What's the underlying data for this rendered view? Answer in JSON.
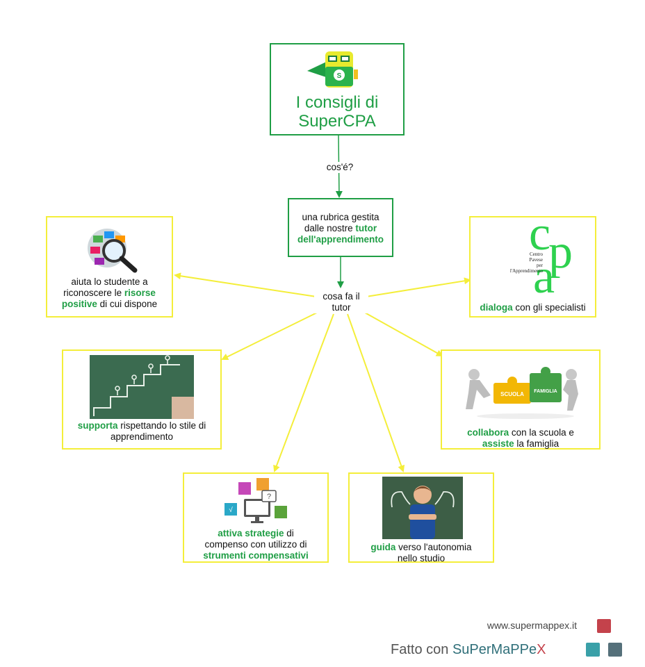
{
  "root": {
    "title_line1": "I consigli di",
    "title_line2": "SuperCPA"
  },
  "edge_whatis": "cos'é?",
  "definition": {
    "pre": "una rubrica gestita",
    "pre2": "dalle nostre ",
    "hl1": "tutor",
    "hl2": "dell'apprendimento"
  },
  "hub": {
    "line1": "cosa fa il",
    "line2": "tutor"
  },
  "node_resources": {
    "line1": "aiuta lo studente a",
    "line2_pre": "riconoscere le ",
    "line2_hl": "risorse",
    "line3_hl": "positive",
    "line3_post": " di cui dispone"
  },
  "node_specialists": {
    "hl": "dialoga",
    "post": " con gli specialisti"
  },
  "cpa_logo": {
    "c": "c",
    "p": "p",
    "a": "a",
    "text1": "Centro",
    "text2": "Pavese",
    "text3": "per",
    "text4": "l'Apprendimento"
  },
  "node_support": {
    "hl": "supporta",
    "post": " rispettando lo stile di",
    "line2": "apprendimento"
  },
  "node_school": {
    "hl1": "collabora",
    "post1": " con la scuola e",
    "hl2": "assiste",
    "post2": " la famiglia",
    "puzzle1": "SCUOLA",
    "puzzle2": "FAMIGLIA"
  },
  "node_strategies": {
    "hl1": "attiva strategie",
    "post1": " di",
    "line2": "compenso con utilizzo di",
    "hl3": "strumenti compensativi"
  },
  "node_autonomy": {
    "hl": "guida",
    "post": " verso l'autonomia",
    "line2": "nello studio"
  },
  "footer": {
    "url": "www.supermappex.it",
    "brand_pre": "Fatto con ",
    "brand_name": "SuPerMaPPe",
    "brand_x": "X"
  },
  "colors": {
    "green": "#1f9e45",
    "yellow": "#f4ee3a",
    "footer_red": "#c4424b",
    "footer_teal": "#3aa0a8",
    "footer_slate": "#55707a"
  }
}
